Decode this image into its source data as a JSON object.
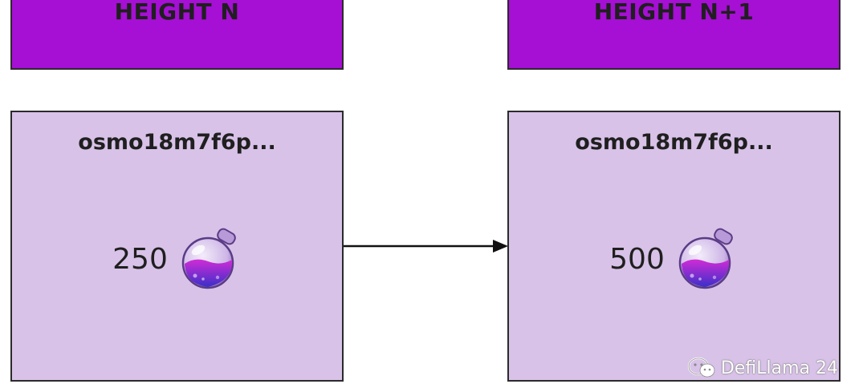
{
  "heights": {
    "left": "HEIGHT N",
    "right": "HEIGHT N+1"
  },
  "accounts": {
    "left": {
      "address": "osmo18m7f6p...",
      "balance": "250"
    },
    "right": {
      "address": "osmo18m7f6p...",
      "balance": "500"
    }
  },
  "token_icon": "osmo-potion-icon",
  "watermark": {
    "icon": "wechat-icon",
    "text": "DefiLlama 24"
  },
  "colors": {
    "height_box": "#a60fd4",
    "account_box": "#d8c2e8",
    "border": "#2b2b2b"
  }
}
